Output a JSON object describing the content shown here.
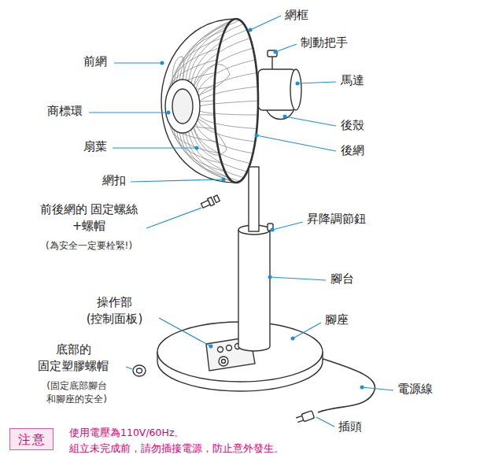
{
  "diagram": {
    "nodes": [
      {
        "text": [
          "注意"
        ]
      }
    ],
    "labels": [
      "網框",
      "制動把手",
      "前網",
      "馬達",
      "商標環",
      "後殼",
      "扇葉",
      "後網",
      "網扣",
      "前後網的 固定螺絲+螺帽",
      "(為安全一定要栓緊!)",
      "昇降調節鈕",
      "腳台",
      "操作部 (控制面板)",
      "腳座",
      "底部的 固定塑膠螺帽",
      "(固定底部腳台 和腳座的安全)",
      "電源線",
      "插頭",
      "使用電壓為110V/60Hz。",
      "組立未完成前，請勿插接電源，防止意外發生。"
    ]
  }
}
